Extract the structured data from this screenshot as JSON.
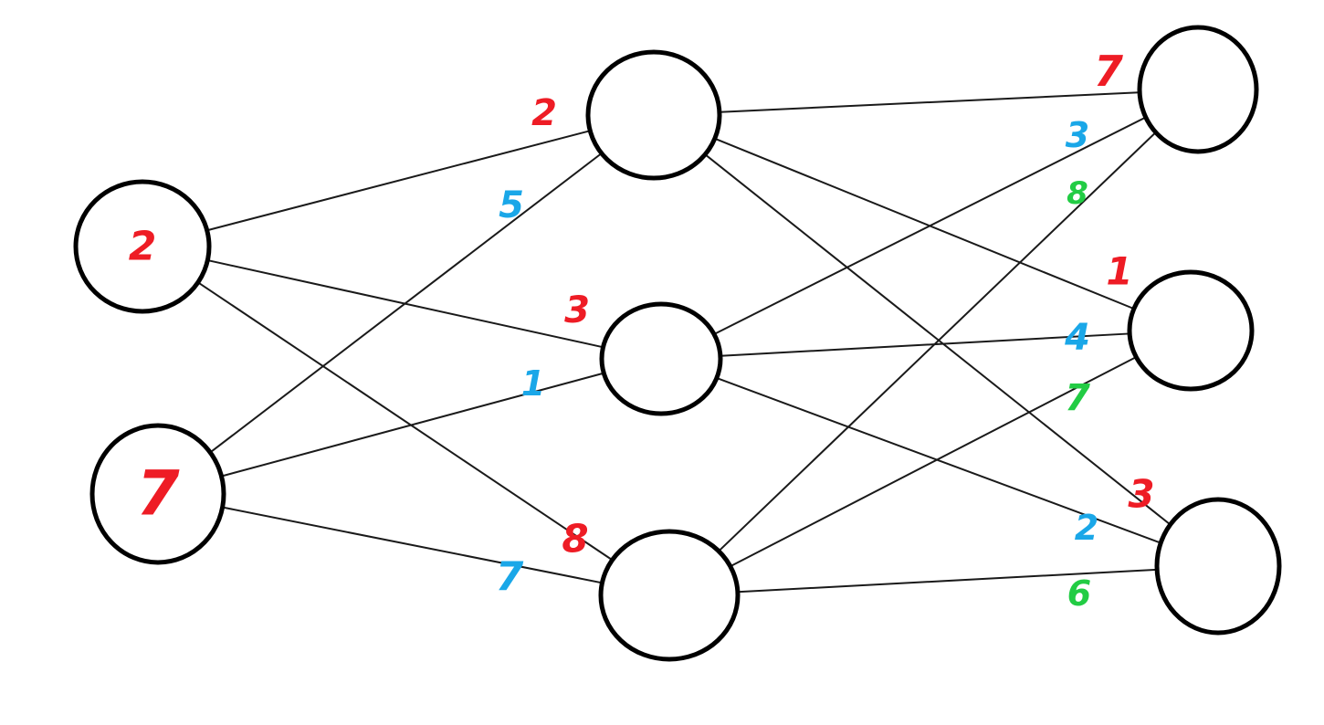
{
  "colors": {
    "red": "#ee1c25",
    "blue": "#1aa7e8",
    "green": "#22cc44",
    "line": "#1a1a1a"
  },
  "nodes": [
    {
      "id": "in1",
      "label": "2",
      "color": "red"
    },
    {
      "id": "in2",
      "label": "7",
      "color": "red"
    },
    {
      "id": "h1",
      "label": ""
    },
    {
      "id": "h2",
      "label": ""
    },
    {
      "id": "h3",
      "label": ""
    },
    {
      "id": "o1",
      "label": ""
    },
    {
      "id": "o2",
      "label": ""
    },
    {
      "id": "o3",
      "label": ""
    }
  ],
  "edges": [
    [
      "in1",
      "h1"
    ],
    [
      "in1",
      "h2"
    ],
    [
      "in1",
      "h3"
    ],
    [
      "in2",
      "h1"
    ],
    [
      "in2",
      "h2"
    ],
    [
      "in2",
      "h3"
    ],
    [
      "h1",
      "o1"
    ],
    [
      "h1",
      "o2"
    ],
    [
      "h1",
      "o3"
    ],
    [
      "h2",
      "o1"
    ],
    [
      "h2",
      "o2"
    ],
    [
      "h2",
      "o3"
    ],
    [
      "h3",
      "o1"
    ],
    [
      "h3",
      "o2"
    ],
    [
      "h3",
      "o3"
    ]
  ],
  "weights": [
    {
      "id": "h1-red",
      "text": "2",
      "color": "red"
    },
    {
      "id": "h1-blue",
      "text": "5",
      "color": "blue"
    },
    {
      "id": "h2-red",
      "text": "3",
      "color": "red"
    },
    {
      "id": "h2-blue",
      "text": "1",
      "color": "blue"
    },
    {
      "id": "h3-red",
      "text": "8",
      "color": "red"
    },
    {
      "id": "h3-blue",
      "text": "7",
      "color": "blue"
    },
    {
      "id": "o1-red",
      "text": "7",
      "color": "red"
    },
    {
      "id": "o1-blue",
      "text": "3",
      "color": "blue"
    },
    {
      "id": "o1-green",
      "text": "8",
      "color": "green"
    },
    {
      "id": "o2-red",
      "text": "1",
      "color": "red"
    },
    {
      "id": "o2-blue",
      "text": "4",
      "color": "blue"
    },
    {
      "id": "o2-green",
      "text": "7",
      "color": "green"
    },
    {
      "id": "o3-red",
      "text": "3",
      "color": "red"
    },
    {
      "id": "o3-blue",
      "text": "2",
      "color": "blue"
    },
    {
      "id": "o3-green",
      "text": "6",
      "color": "green"
    }
  ]
}
